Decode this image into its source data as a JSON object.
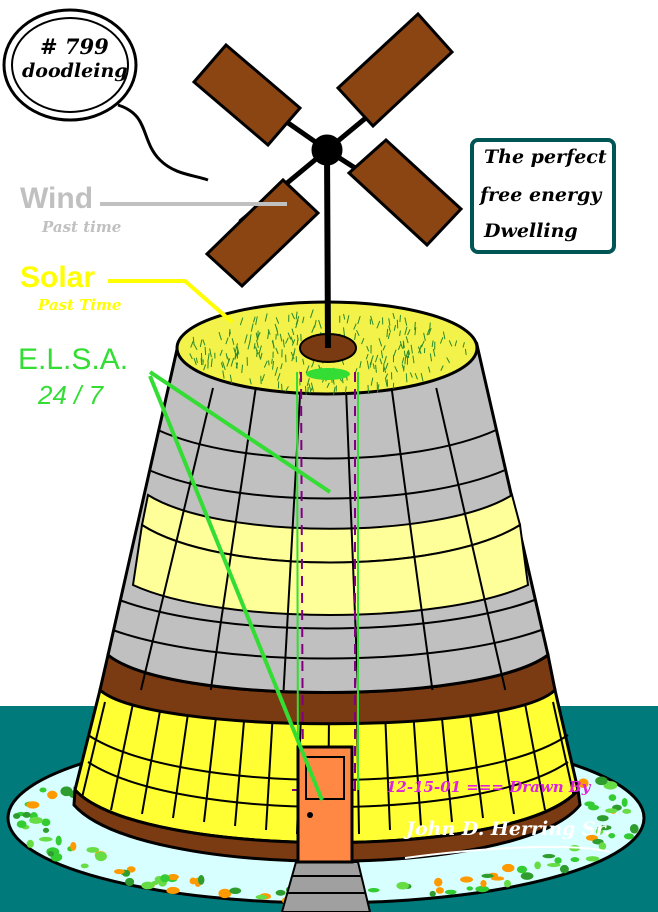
{
  "bubble": {
    "line1": "# 799",
    "line2": "doodleing"
  },
  "caption_box": {
    "line1": "The perfect",
    "line2": "free energy",
    "line3": "Dwelling"
  },
  "labels": {
    "wind": {
      "title": "Wind",
      "subtitle": "Past time"
    },
    "solar": {
      "title": "Solar",
      "subtitle": "Past Time"
    },
    "elsa": {
      "title": "E.L.S.A.",
      "subtitle": "24 / 7"
    }
  },
  "credit": {
    "date_line": "12-15-01 === Drawn By",
    "signature": "John D. Herring Sr."
  },
  "colors": {
    "sea": "#007a7a",
    "ground": "#d8ffff",
    "roof": "#f2f24a",
    "stone": "#c0c0c0",
    "cream_band": "#ffff99",
    "brown": "#7a3a12",
    "yellow_glass": "#ffff33",
    "door": "#ff8844",
    "wind_label": "#c0c0c0",
    "solar_label": "#ffff00",
    "elsa_label": "#33dd33",
    "credit_magenta": "#dd22dd",
    "caption_border": "#005555"
  }
}
